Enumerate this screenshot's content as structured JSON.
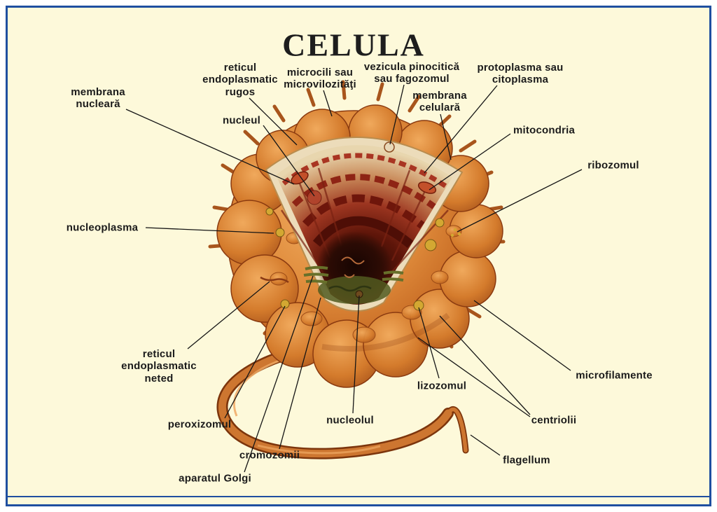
{
  "title": "CELULA",
  "colors": {
    "frame_blue": "#1f4fa0",
    "background_cream": "#fdf9da",
    "cell_orange": "#d98236",
    "label_text": "#1b1b1b"
  },
  "labels": [
    {
      "id": "membrana-nucleara",
      "text": "membrana\nnucleară"
    },
    {
      "id": "reticul-endoplasmatic-rugos",
      "text": "reticul\nendoplasmatic\nrugos"
    },
    {
      "id": "microcili",
      "text": "microcili sau\nmicrovilozităţi"
    },
    {
      "id": "vezicula-pinocitica",
      "text": "vezicula pinocitică\nsau fagozomul"
    },
    {
      "id": "protoplasma",
      "text": "protoplasma sau\ncitoplasma"
    },
    {
      "id": "membrana-celulara",
      "text": "membrana\ncelulară"
    },
    {
      "id": "nucleul",
      "text": "nucleul"
    },
    {
      "id": "mitocondria",
      "text": "mitocondria"
    },
    {
      "id": "ribozomul",
      "text": "ribozomul"
    },
    {
      "id": "nucleoplasma",
      "text": "nucleoplasma"
    },
    {
      "id": "reticul-endoplasmatic-neted",
      "text": "reticul\nendoplasmatic\nneted"
    },
    {
      "id": "peroxizomul",
      "text": "peroxizomul"
    },
    {
      "id": "cromozomii",
      "text": "cromozomii"
    },
    {
      "id": "aparatul-golgi",
      "text": "aparatul Golgi"
    },
    {
      "id": "nucleolul",
      "text": "nucleolul"
    },
    {
      "id": "lizozomul",
      "text": "lizozomul"
    },
    {
      "id": "microfilamente",
      "text": "microfilamente"
    },
    {
      "id": "centriolii",
      "text": "centriolii"
    },
    {
      "id": "flagellum",
      "text": "flagellum"
    }
  ]
}
